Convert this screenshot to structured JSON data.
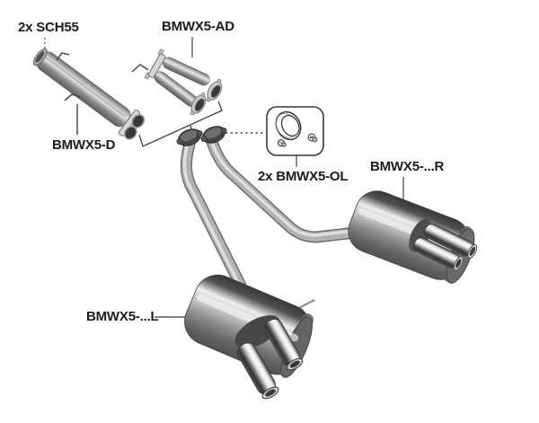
{
  "diagram": {
    "title": "exhaust-system-parts-diagram",
    "labels": {
      "clamps": "2x SCH55",
      "adapter": "BMWX5-AD",
      "front_pipe": "BMWX5-D",
      "gaskets": "2x BMWX5-OL",
      "rear_silencer_right": "BMWX5-...R",
      "rear_silencer_left": "BMWX5-...L"
    },
    "colors": {
      "background": "#ffffff",
      "label_text": "#1c1c1c",
      "leader_line": "#5a5a5a",
      "bracket_line": "#3f3f3f",
      "metal_light": "#e6e6e6",
      "metal_mid": "#a9a9a9",
      "metal_dark": "#4a4a4a",
      "chrome_highlight": "#fbfbfb"
    }
  }
}
